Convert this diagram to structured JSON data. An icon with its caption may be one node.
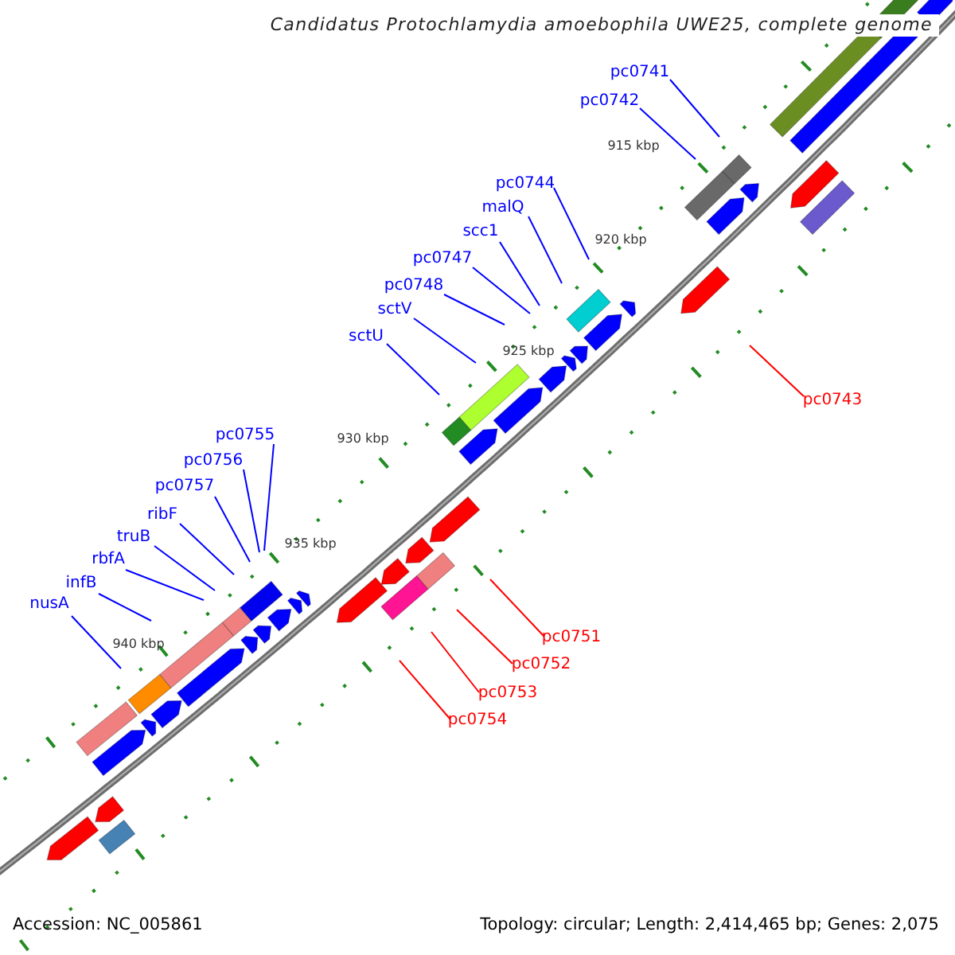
{
  "diagram": {
    "title": "Candidatus Protochlamydia amoebophila UWE25, complete genome",
    "nodes": [
      {
        "text": [
          "pc0741"
        ]
      },
      {
        "text": [
          "pc0742"
        ]
      },
      {
        "text": [
          "pc0744"
        ]
      },
      {
        "text": [
          "malQ"
        ]
      },
      {
        "text": [
          "scc1"
        ]
      },
      {
        "text": [
          "pc0747"
        ]
      },
      {
        "text": [
          "pc0748"
        ]
      },
      {
        "text": [
          "sctV"
        ]
      },
      {
        "text": [
          "sctU"
        ]
      },
      {
        "text": [
          "pc0743"
        ]
      },
      {
        "text": [
          "pc0755"
        ]
      },
      {
        "text": [
          "pc0756"
        ]
      },
      {
        "text": [
          "pc0757"
        ]
      },
      {
        "text": [
          "ribF"
        ]
      },
      {
        "text": [
          "truB"
        ]
      },
      {
        "text": [
          "rbfA"
        ]
      },
      {
        "text": [
          "infB"
        ]
      },
      {
        "text": [
          "nusA"
        ]
      },
      {
        "text": [
          "pc0751"
        ]
      },
      {
        "text": [
          "pc0752"
        ]
      },
      {
        "text": [
          "pc0753"
        ]
      },
      {
        "text": [
          "pc0754"
        ]
      }
    ],
    "edges": [
      {
        "from": 0,
        "to": null,
        "arrow": "none"
      },
      {
        "from": 1,
        "to": null,
        "arrow": "none"
      },
      {
        "from": 2,
        "to": null,
        "arrow": "none"
      },
      {
        "from": 3,
        "to": null,
        "arrow": "none"
      },
      {
        "from": 4,
        "to": null,
        "arrow": "none"
      },
      {
        "from": 5,
        "to": null,
        "arrow": "none"
      },
      {
        "from": 6,
        "to": null,
        "arrow": "none"
      },
      {
        "from": 7,
        "to": null,
        "arrow": "none"
      },
      {
        "from": 8,
        "to": null,
        "arrow": "none"
      },
      {
        "from": 9,
        "to": null,
        "arrow": "none",
        "color": "#ff0000"
      },
      {
        "from": 10,
        "to": null,
        "arrow": "none"
      },
      {
        "from": 11,
        "to": null,
        "arrow": "none"
      },
      {
        "from": 12,
        "to": null,
        "arrow": "none"
      },
      {
        "from": 13,
        "to": null,
        "arrow": "none"
      },
      {
        "from": 14,
        "to": null,
        "arrow": "none"
      },
      {
        "from": 15,
        "to": null,
        "arrow": "none"
      },
      {
        "from": 16,
        "to": null,
        "arrow": "none"
      },
      {
        "from": 17,
        "to": null,
        "arrow": "none"
      },
      {
        "from": 18,
        "to": null,
        "arrow": "none",
        "color": "#ff0000"
      },
      {
        "from": 19,
        "to": null,
        "arrow": "none",
        "color": "#ff0000"
      },
      {
        "from": 20,
        "to": null,
        "arrow": "none",
        "color": "#ff0000"
      },
      {
        "from": 21,
        "to": null,
        "arrow": "none",
        "color": "#ff0000"
      }
    ],
    "labels": [
      "915 kbp",
      "920 kbp",
      "925 kbp",
      "930 kbp",
      "935 kbp",
      "940 kbp",
      "Accession: NC_005861",
      "Topology: circular; Length: 2,414,465 bp; Genes: 2,075"
    ]
  }
}
